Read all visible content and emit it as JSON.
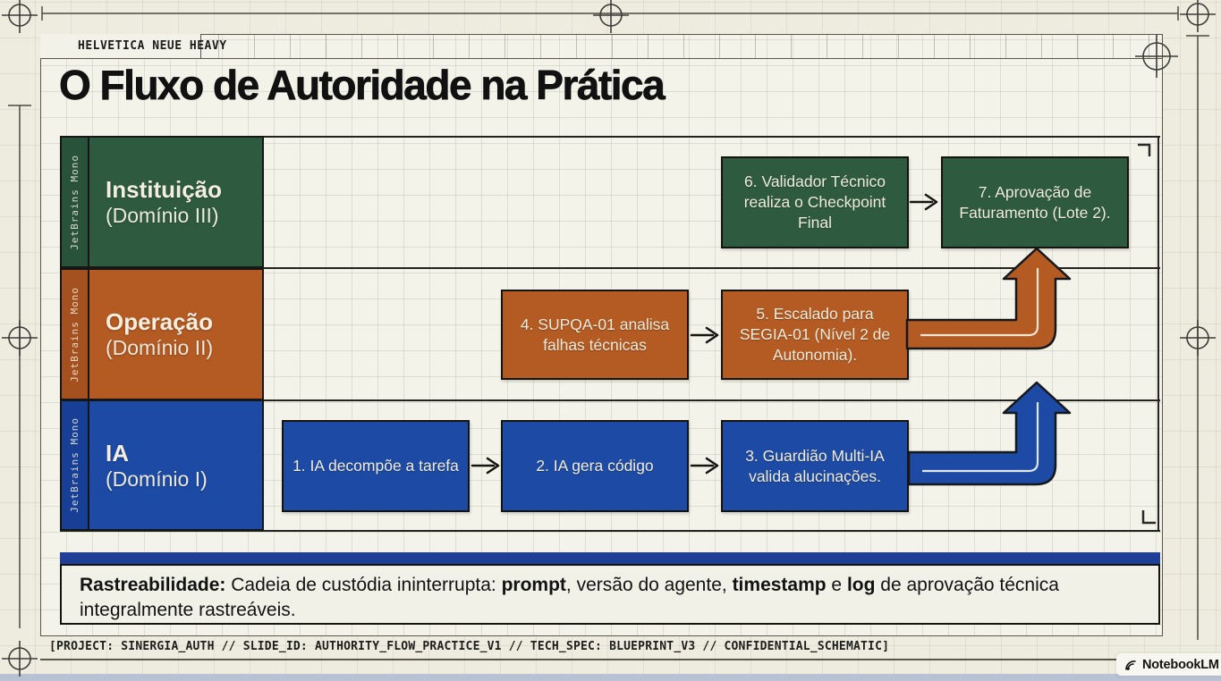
{
  "meta": {
    "font_label": "HELVETICA NEUE HEAVY"
  },
  "title": "O Fluxo de Autoridade na Prática",
  "lanes": [
    {
      "id": "instituicao",
      "name": "Instituição",
      "domain": "(Domínio III)",
      "side_label": "JetBrains Mono",
      "color": "#2e5b40"
    },
    {
      "id": "operacao",
      "name": "Operação",
      "domain": "(Domínio II)",
      "side_label": "JetBrains Mono",
      "color": "#b45a23"
    },
    {
      "id": "ia",
      "name": "IA",
      "domain": "(Domínio I)",
      "side_label": "JetBrains Mono",
      "color": "#1d4aa4"
    }
  ],
  "steps": [
    {
      "n": 1,
      "lane": "ia",
      "label": "1. IA decompõe a tarefa"
    },
    {
      "n": 2,
      "lane": "ia",
      "label": "2. IA gera código"
    },
    {
      "n": 3,
      "lane": "ia",
      "label": "3. Guardião Multi-IA valida alucinações."
    },
    {
      "n": 4,
      "lane": "operacao",
      "label": "4. SUPQA-01 analisa falhas técnicas"
    },
    {
      "n": 5,
      "lane": "operacao",
      "label": "5. Escalado para SEGIA-01 (Nível 2 de Autonomia)."
    },
    {
      "n": 6,
      "lane": "instituicao",
      "label": "6. Validador Técnico realiza o Checkpoint Final"
    },
    {
      "n": 7,
      "lane": "instituicao",
      "label": "7. Aprovação de Faturamento (Lote 2)."
    }
  ],
  "arrows": [
    {
      "from": 1,
      "to": 2,
      "type": "straight"
    },
    {
      "from": 2,
      "to": 3,
      "type": "straight"
    },
    {
      "from": 4,
      "to": 5,
      "type": "straight"
    },
    {
      "from": 6,
      "to": 7,
      "type": "straight"
    },
    {
      "from": 3,
      "to": "operacao-lane",
      "type": "escalation",
      "color": "#1d4aa4"
    },
    {
      "from": 5,
      "to": 7,
      "type": "escalation",
      "color": "#b45a23"
    }
  ],
  "traceability": {
    "bar_color": "#1e3e98",
    "segments": [
      {
        "text": "Rastreabilidade:",
        "bold": true
      },
      {
        "text": " Cadeia de custódia ininterrupta: ",
        "bold": false
      },
      {
        "text": "prompt",
        "bold": true
      },
      {
        "text": ", versão do agente, ",
        "bold": false
      },
      {
        "text": "timestamp",
        "bold": true
      },
      {
        "text": " e ",
        "bold": false
      },
      {
        "text": "log",
        "bold": true
      },
      {
        "text": " de aprovação técnica integralmente rastreáveis.",
        "bold": false
      }
    ]
  },
  "footer": {
    "spec_line": "[PROJECT: SINERGIA_AUTH // SLIDE_ID: AUTHORITY_FLOW_PRACTICE_V1 // TECH_SPEC: BLUEPRINT_V3 // CONFIDENTIAL_SCHEMATIC]",
    "brand": "NotebookLM"
  },
  "colors": {
    "institution_green": "#2e5b40",
    "operation_orange": "#b45a23",
    "ai_blue": "#1d4aa4",
    "trace_bar_blue": "#1e3e98",
    "canvas_beige": "#edecdf",
    "box_text_cream": "#f1ecdc"
  }
}
